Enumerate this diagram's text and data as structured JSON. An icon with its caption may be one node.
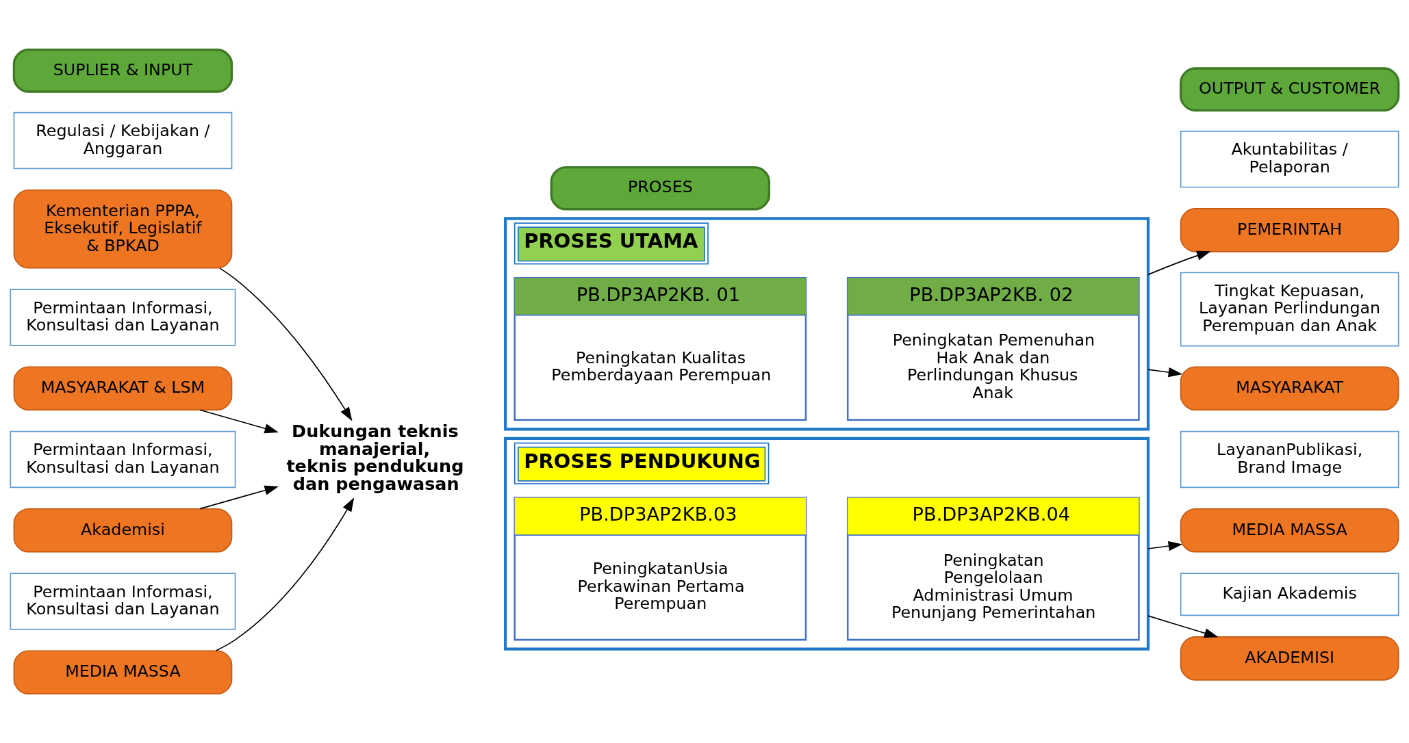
{
  "diagram": {
    "nodes": [
      {
        "text": [
          "SUPLIER & INPUT"
        ]
      },
      {
        "text": [
          "PROSES"
        ]
      },
      {
        "text": [
          "OUTPUT & CUSTOMER"
        ]
      },
      {
        "text": [
          "Regulasi / Kebijakan / Anggaran"
        ]
      },
      {
        "text": [
          "Kementerian PPPA, Eksekutif, Legislatif & BPKAD"
        ]
      },
      {
        "text": [
          "Permintaan Informasi, Konsultasi dan Layanan"
        ]
      },
      {
        "text": [
          "MASYARAKAT & LSM"
        ]
      },
      {
        "text": [
          "Permintaan Informasi, Konsultasi dan Layanan"
        ]
      },
      {
        "text": [
          "Akademisi"
        ]
      },
      {
        "text": [
          "Permintaan Informasi, Konsultasi dan Layanan"
        ]
      },
      {
        "text": [
          "MEDIA MASSA"
        ]
      },
      {
        "text": [
          "Dukungan teknis manajerial, teknis pendukung dan pengawasan"
        ]
      },
      {
        "text": [
          "PROSES UTAMA"
        ]
      },
      {
        "text": [
          "PB.DP3AP2KB. 01",
          "Peningkatan Kualitas Pemberdayaan Perempuan"
        ],
        "in": 12
      },
      {
        "text": [
          "PB.DP3AP2KB. 02",
          "Peningkatan Pemenuhan Hak Anak dan Perlindungan Khusus Anak"
        ],
        "in": 12
      },
      {
        "text": [
          "PROSES PENDUKUNG"
        ]
      },
      {
        "text": [
          "PB.DP3AP2KB.03",
          "PeningkatanUsia Perkawinan Pertama Perempuan"
        ],
        "in": 15
      },
      {
        "text": [
          "PB.DP3AP2KB.04",
          "Peningkatan Pengelolaan Administrasi Umum Penunjang Pemerintahan"
        ],
        "in": 15
      },
      {
        "text": [
          "Akuntabilitas / Pelaporan"
        ]
      },
      {
        "text": [
          "PEMERINTAH"
        ]
      },
      {
        "text": [
          "Tingkat Kepuasan, Layanan Perlindungan Perempuan dan Anak"
        ]
      },
      {
        "text": [
          "MASYARAKAT"
        ]
      },
      {
        "text": [
          "LayananPublikasi, Brand Image"
        ]
      },
      {
        "text": [
          "MEDIA MASSA"
        ]
      },
      {
        "text": [
          "Kajian Akademis"
        ]
      },
      {
        "text": [
          "AKADEMISI"
        ]
      }
    ],
    "edges": [
      {
        "from": 4,
        "to": 11,
        "arrow": "to"
      },
      {
        "from": 6,
        "to": 11,
        "arrow": "to"
      },
      {
        "from": 8,
        "to": 11,
        "arrow": "to"
      },
      {
        "from": 10,
        "to": 11,
        "arrow": "to"
      },
      {
        "from": 12,
        "to": 19,
        "arrow": "to"
      },
      {
        "from": 12,
        "to": 21,
        "arrow": "to"
      },
      {
        "from": 15,
        "to": 23,
        "arrow": "to"
      },
      {
        "from": 15,
        "to": 25,
        "arrow": "to"
      }
    ]
  }
}
